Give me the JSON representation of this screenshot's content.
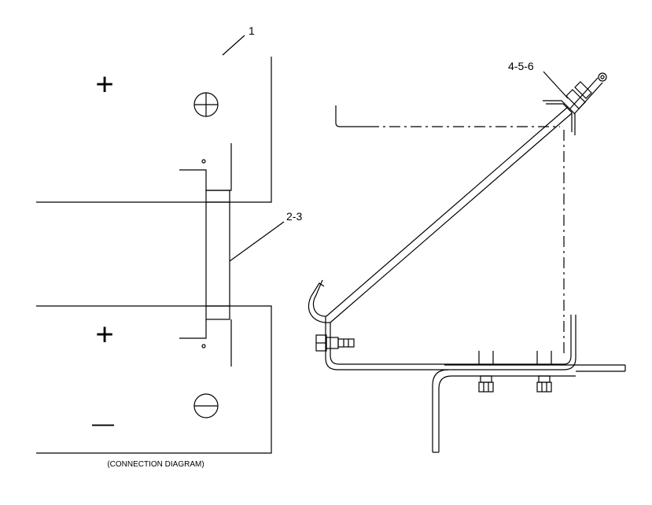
{
  "callouts": {
    "battery_tray": "1",
    "link_bar": "2-3",
    "hold_down": "4-5-6"
  },
  "terminal_labels": {
    "top_cell_post": "+",
    "bottom_cell_post": "+",
    "bottom_cell_side": "—"
  },
  "caption": "(CONNECTION DIAGRAM)",
  "colors": {
    "line": "#000000",
    "background": "#ffffff"
  }
}
